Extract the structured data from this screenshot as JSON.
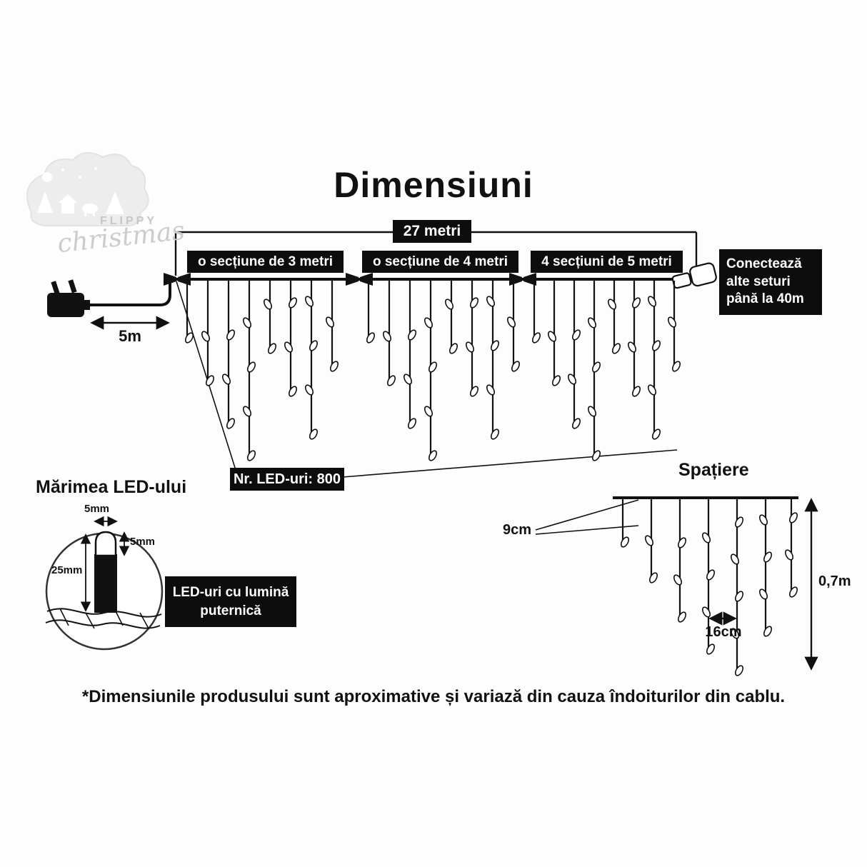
{
  "title": "Dimensiuni",
  "logo": {
    "brand": "FLIPPY",
    "script": "christmas"
  },
  "string": {
    "total_length": "27 metri",
    "sections": [
      {
        "label": "o secțiune de 3 metri"
      },
      {
        "label": "o secțiune de 4 metri"
      },
      {
        "label": "4 secțiuni de 5 metri"
      }
    ],
    "lead_length": "5m",
    "connect_note": "Conectează alte seturi până la 40m",
    "led_count": "Nr. LED-uri: 800"
  },
  "spacing": {
    "title": "Spațiere",
    "bulb_gap": "9cm",
    "drop_gap": "16cm",
    "drop_height": "0,7m"
  },
  "led": {
    "title": "Mărimea LED-ului",
    "width": "5mm",
    "cap_height": "5mm",
    "height": "25mm",
    "note": "LED-uri cu lumină puternică"
  },
  "footer": "*Dimensiunile produsului sunt aproximative și variază din cauza îndoiturilor din cablu."
}
